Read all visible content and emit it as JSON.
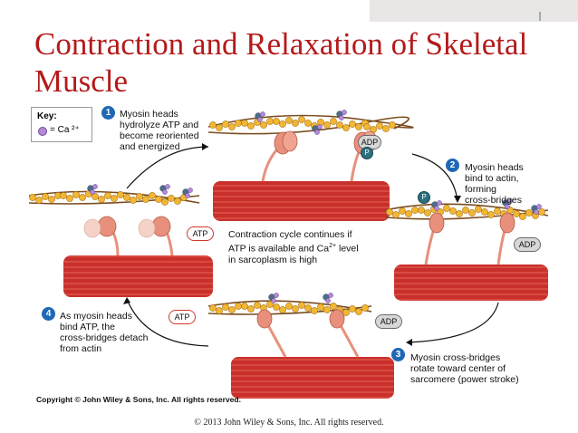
{
  "slide": {
    "title": "Contraction and Relaxation of Skeletal Muscle",
    "footer": "© 2013 John Wiley & Sons, Inc. All rights reserved."
  },
  "figure": {
    "key": {
      "title": "Key:",
      "label": "= Ca ²⁺"
    },
    "steps": [
      {
        "number": "1",
        "text": "Myosin heads\nhydrolyze ATP and\nbecome reoriented\nand energized"
      },
      {
        "number": "2",
        "text": "Myosin heads\nbind to actin,\nforming\ncross-bridges"
      },
      {
        "number": "3",
        "text": "Myosin cross-bridges\nrotate toward center of\nsarcomere (power stroke)"
      },
      {
        "number": "4",
        "text": "As myosin heads\nbind ATP, the\ncross-bridges detach\nfrom actin"
      }
    ],
    "center_caption": {
      "line1": "Contraction cycle continues if",
      "line2a": "ATP is available and Ca",
      "line2_sup": "2+",
      "line2b": " level",
      "line3": "in sarcoplasm is high"
    },
    "molecule_labels": {
      "adp_top": "ADP",
      "p_top": "P",
      "p_right": "P",
      "adp_right": "ADP",
      "adp_bottom": "ADP",
      "atp_left": "ATP",
      "atp_bottom": "ATP"
    },
    "copyright": "Copyright © John Wiley & Sons, Inc. All rights reserved."
  },
  "colors": {
    "title": "#b41a1a",
    "muscle": "#c9302c",
    "actin_bead": "#f2b632",
    "myosin_head": "#e8907c",
    "step_badge": "#1e68b5",
    "calcium": "#b489d8"
  }
}
